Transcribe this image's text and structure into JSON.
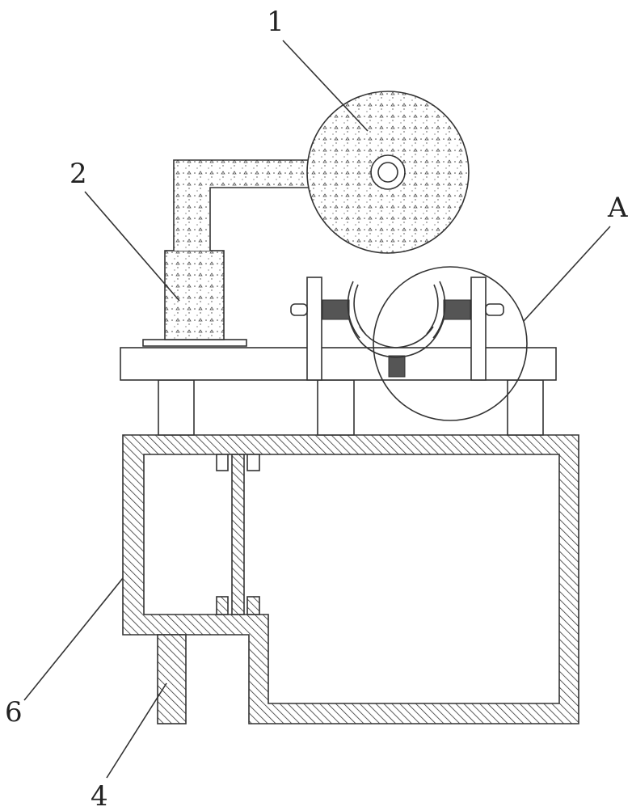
{
  "labels": {
    "grinding_wheel": "1",
    "column": "2",
    "detail_a": "A",
    "housing": "6",
    "leg": "4"
  },
  "colors": {
    "line": "#333333",
    "background": "#ffffff"
  }
}
